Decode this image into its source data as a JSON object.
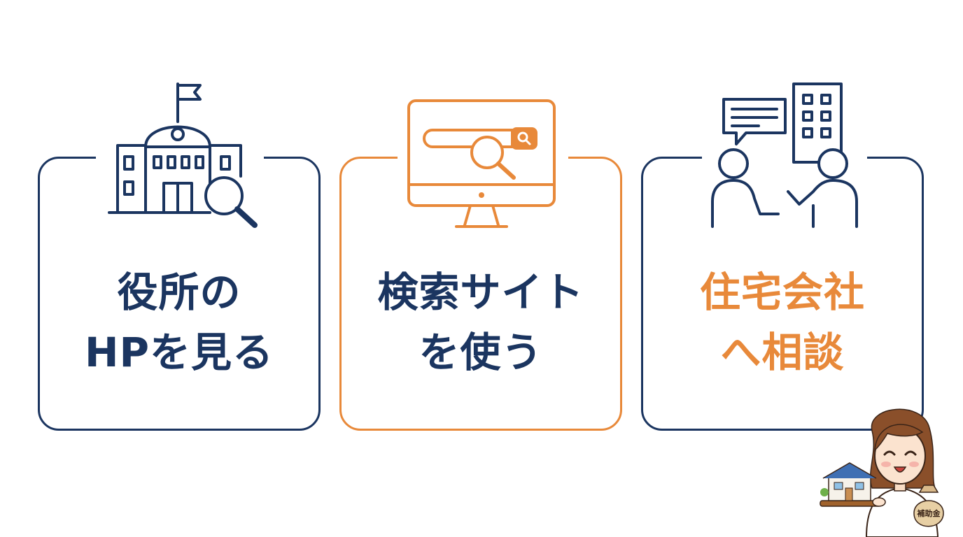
{
  "colors": {
    "navy": "#1b3560",
    "orange": "#e8893a",
    "background": "#ffffff"
  },
  "cards": [
    {
      "icon": "city-hall-search-icon",
      "line1": "役所の",
      "line2": "HPを見る",
      "border_color": "#1b3560",
      "text_color": "#1b3560"
    },
    {
      "icon": "monitor-search-icon",
      "line1": "検索サイト",
      "line2": "を使う",
      "border_color": "#e8893a",
      "text_color": "#1b3560"
    },
    {
      "icon": "consultation-icon",
      "line1": "住宅会社",
      "line2": "へ相談",
      "border_color": "#1b3560",
      "text_color": "#e8893a"
    }
  ],
  "mascot": {
    "icon": "woman-holding-house-icon",
    "bag_label": "補助金"
  }
}
